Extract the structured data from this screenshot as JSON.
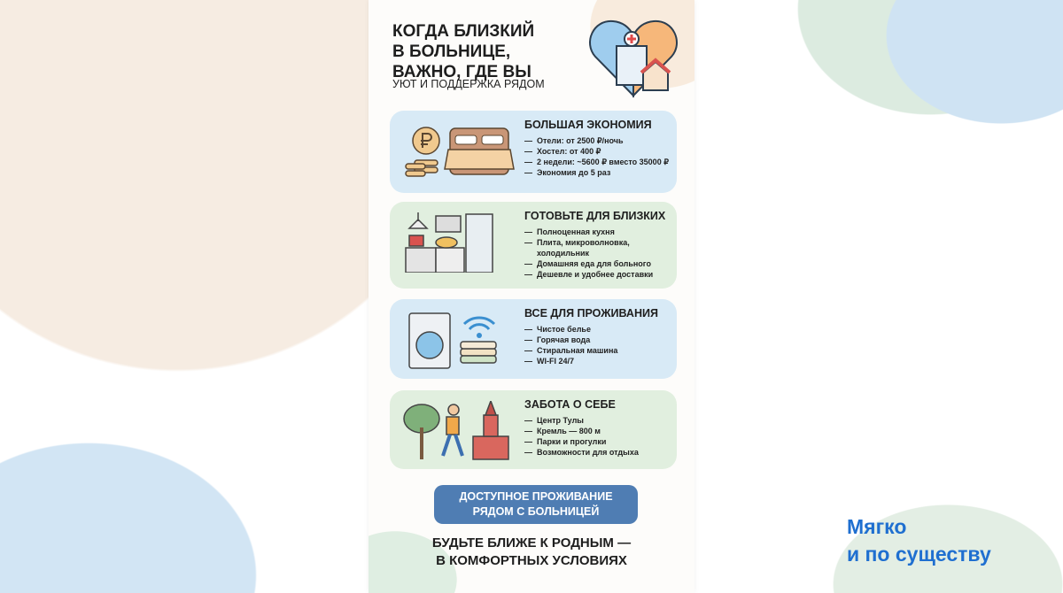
{
  "poster": {
    "title": [
      "КОГДА БЛИЗКИЙ",
      "В БОЛЬНИЦЕ,",
      "ВАЖНО, ГДЕ ВЫ"
    ],
    "subtitle": "УЮТ И ПОДДЕРЖКА РЯДОМ",
    "cards": [
      {
        "title": "БОЛЬШАЯ ЭКОНОМИЯ",
        "items": [
          "Отели: от 2500 ₽/ночь",
          "Хостел: от 400 ₽",
          "2 недели: ~5600 ₽ вместо 35000 ₽",
          "Экономия до 5 раз"
        ]
      },
      {
        "title": "ГОТОВЬТЕ ДЛЯ БЛИЗКИХ",
        "items": [
          "Полноценная кухня",
          "Плита, микроволновка, холодильник",
          "Домашняя еда для больного",
          "Дешевле и удобнее доставки"
        ]
      },
      {
        "title": "ВСЕ ДЛЯ ПРОЖИВАНИЯ",
        "items": [
          "Чистое белье",
          "Горячая вода",
          "Стиральная машина",
          "WI-FI 24/7"
        ]
      },
      {
        "title": "ЗАБОТА О СЕБЕ",
        "items": [
          "Центр Тулы",
          "Кремль — 800 м",
          "Парки и прогулки",
          "Возможности для отдыха"
        ]
      }
    ],
    "cta": [
      "ДОСТУПНОЕ ПРОЖИВАНИЕ",
      "РЯДОМ С БОЛЬНИЦЕЙ"
    ],
    "footer": [
      "БУДЬТЕ БЛИЖЕ К РОДНЫМ —",
      "В КОМФОРТНЫХ УСЛОВИЯХ"
    ]
  },
  "slogan": [
    "Мягко",
    "и по существу"
  ],
  "colors": {
    "accent": "#4f7db3",
    "slogan": "#1f6fd0"
  }
}
